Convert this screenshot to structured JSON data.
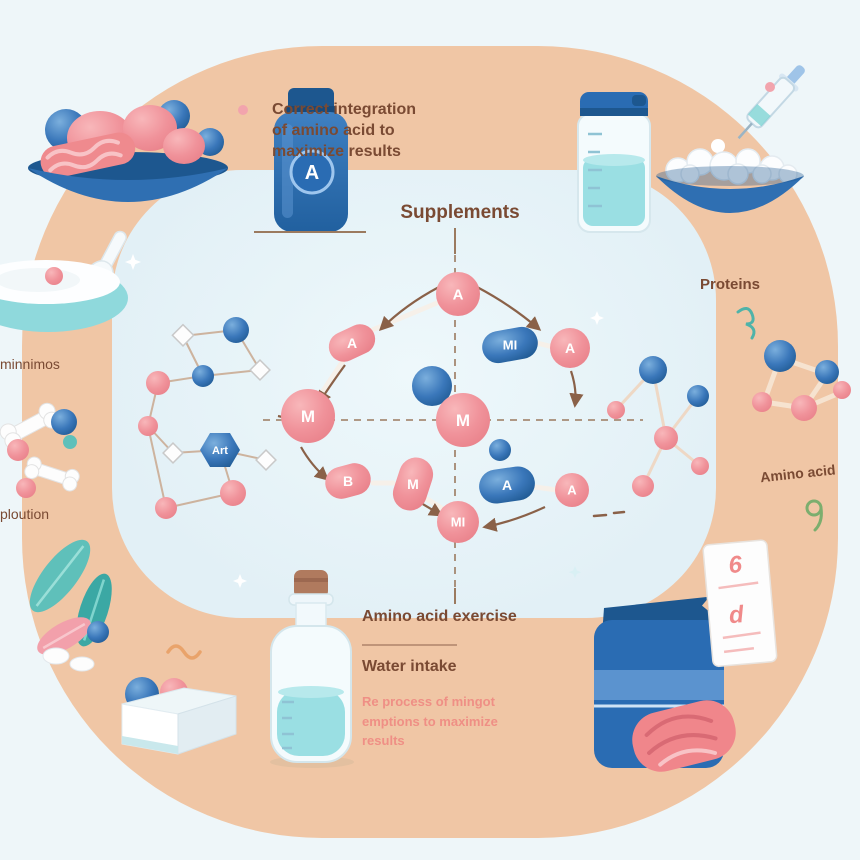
{
  "captions": {
    "top_line1": "Correct integration",
    "top_line2": "of amino acid to",
    "top_line3": "maximize results",
    "supplements": "Supplements",
    "proteins": "Proteins",
    "left_upper": "minnimos",
    "left_lower": "ploution",
    "amino_acid": "Amino acid",
    "exercise": "Amino acid exercise",
    "water": "Water intake",
    "bottom_line1": "Re process of mingot",
    "bottom_line2": "emptions to maximize",
    "bottom_line3": "results"
  },
  "bottle": {
    "badge": "A"
  },
  "note": {
    "mark1": "6",
    "mark2": "d"
  },
  "network": {
    "labels": {
      "top_a": "A",
      "cap_a_left": "A",
      "cap_mi": "MI",
      "right_a": "A",
      "m_left": "M",
      "m_center": "M",
      "cap_b": "B",
      "cap_m": "M",
      "cap_a_blue": "A",
      "mi_bottom": "MI",
      "a_small": "A",
      "hex": "Art"
    }
  },
  "colors": {
    "background": "#eef6f9",
    "blob": "#f0c6a5",
    "inner_panel": "#e4f1f7",
    "pink": "#ef8a8e",
    "blue": "#2a6cb3",
    "teal": "#8fd9dc",
    "heading_text": "#7a4a33",
    "accent_text": "#ef8f85",
    "arrow": "#8a6148"
  }
}
